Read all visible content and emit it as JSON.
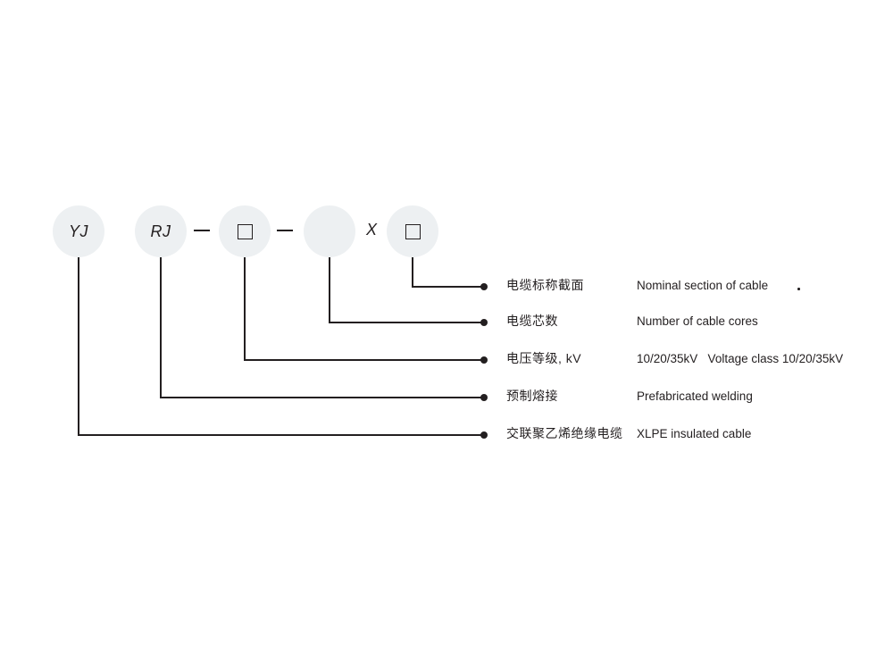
{
  "colors": {
    "ink": "#231f20",
    "circle_fill": "#edf0f2",
    "background": "#ffffff"
  },
  "code": {
    "symbols": [
      {
        "id": "yj",
        "kind": "text-circle",
        "label": "YJ"
      },
      {
        "id": "rj",
        "kind": "text-circle",
        "label": "RJ"
      },
      {
        "id": "dash-1",
        "kind": "dash",
        "label": "—"
      },
      {
        "id": "voltage-box",
        "kind": "square-circle",
        "label": ""
      },
      {
        "id": "dash-2",
        "kind": "dash",
        "label": "—"
      },
      {
        "id": "cores-circle",
        "kind": "empty-circle",
        "label": ""
      },
      {
        "id": "x-separator",
        "kind": "text",
        "label": "X"
      },
      {
        "id": "section-box",
        "kind": "square-circle",
        "label": ""
      }
    ]
  },
  "legend_rows": [
    {
      "zh": "电缆标称截面",
      "en": "Nominal section of cable"
    },
    {
      "zh": "电缆芯数",
      "en": "Number of cable cores"
    },
    {
      "zh": "电压等级, kV",
      "en": "10/20/35kV   Voltage class 10/20/35kV"
    },
    {
      "zh": "预制熔接",
      "en": "Prefabricated welding"
    },
    {
      "zh": "交联聚乙烯绝缘电缆",
      "en": "XLPE insulated cable"
    }
  ]
}
